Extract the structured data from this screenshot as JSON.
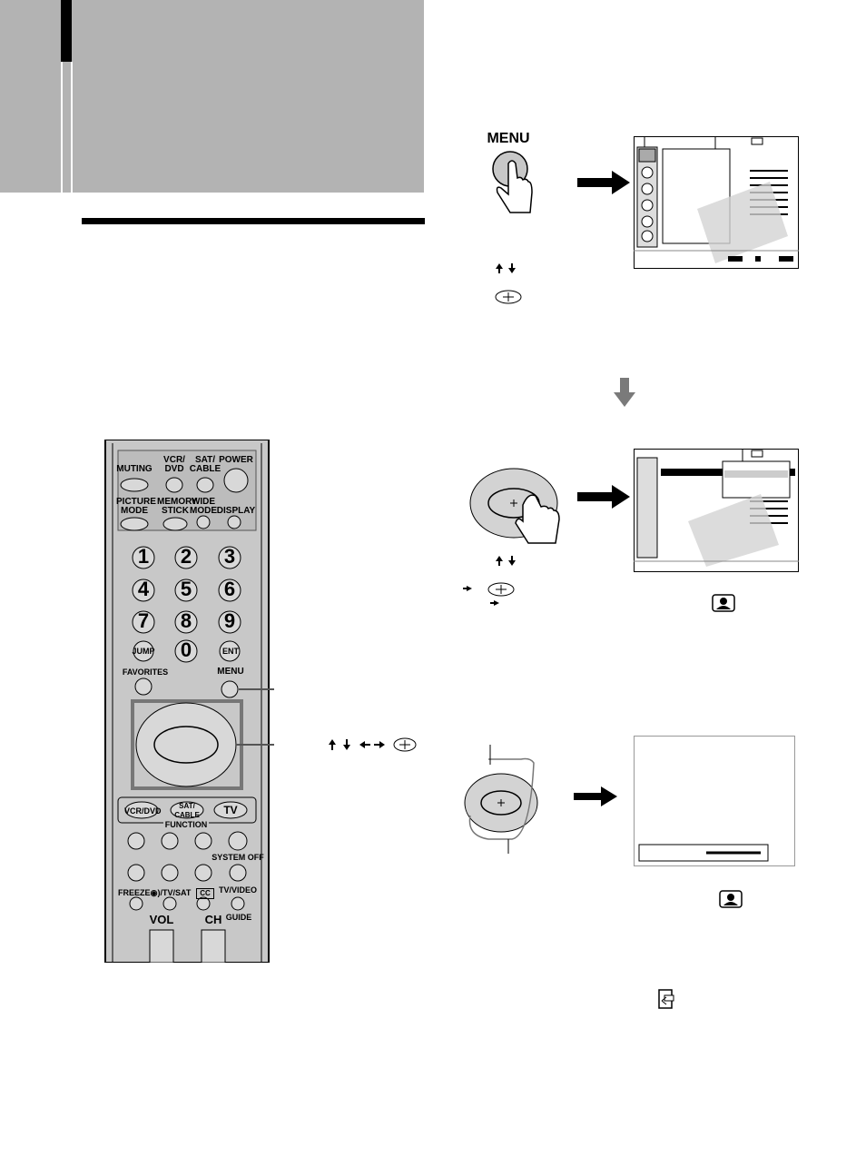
{
  "remote": {
    "top_buttons": [
      "MUTING",
      "VCR/\nDVD",
      "SAT/\nCABLE",
      "POWER"
    ],
    "labels": {
      "muting": "MUTING",
      "vcr_dvd_1": "VCR/",
      "vcr_dvd_2": "DVD",
      "sat_cable_1": "SAT/",
      "sat_cable_2": "CABLE",
      "power": "POWER",
      "picture_1": "PICTURE",
      "picture_2": "MODE",
      "memory_1": "MEMORY",
      "memory_2": "STICK",
      "wide_1": "WIDE",
      "wide_2": "MODE",
      "display": "DISPLAY",
      "jump": "JUMP",
      "ent": "ENT",
      "favorites": "FAVORITES",
      "menu": "MENU",
      "func_vcr": "VCR/DVD",
      "func_sat_1": "SAT/",
      "func_sat_2": "CABLE",
      "func_tv": "TV",
      "function": "FUNCTION",
      "system_off": "SYSTEM OFF",
      "freeze": "FREEZE",
      "tvsat": "◉)/TV/SAT",
      "cc": "CC",
      "tvvideo": "TV/VIDEO",
      "guide": "GUIDE",
      "vol": "VOL",
      "ch": "CH"
    },
    "digits": [
      "1",
      "2",
      "3",
      "4",
      "5",
      "6",
      "7",
      "8",
      "9",
      "0"
    ]
  },
  "steps": {
    "menu_button_label": "MENU"
  },
  "colors": {
    "header_gray": "#b3b3b3",
    "remote_body": "#c8c8c8",
    "arrow_gray": "#7a7a7a"
  }
}
